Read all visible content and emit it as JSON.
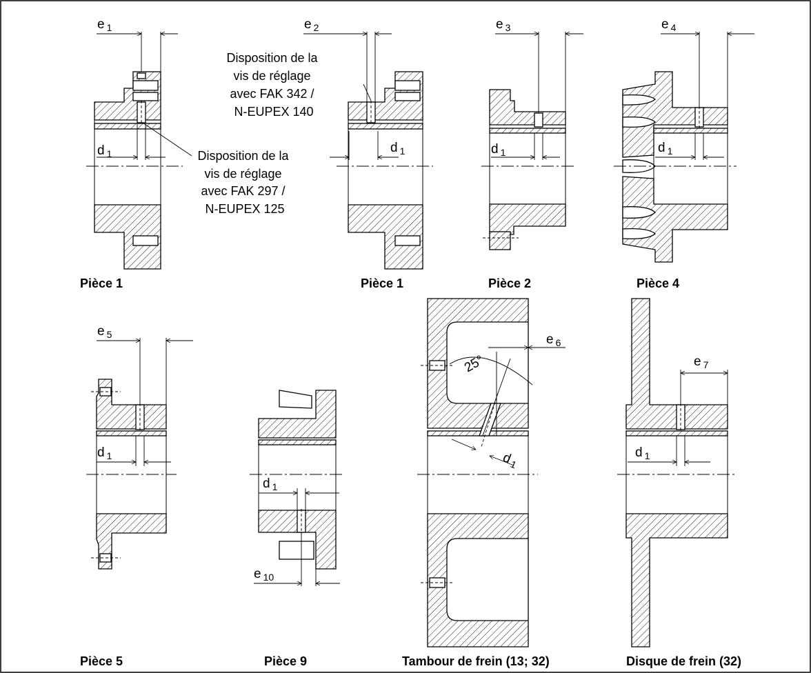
{
  "dimensions": {
    "e1": {
      "main": "e",
      "sub": "1"
    },
    "e2": {
      "main": "e",
      "sub": "2"
    },
    "e3": {
      "main": "e",
      "sub": "3"
    },
    "e4": {
      "main": "e",
      "sub": "4"
    },
    "e5": {
      "main": "e",
      "sub": "5"
    },
    "e6": {
      "main": "e",
      "sub": "6"
    },
    "e7": {
      "main": "e",
      "sub": "7"
    },
    "e10": {
      "main": "e",
      "sub": "10"
    },
    "d1": {
      "main": "d",
      "sub": "1"
    }
  },
  "angle_label": "25°",
  "notes": {
    "fak342": [
      "Disposition de la",
      "vis de réglage",
      "avec FAK 342 /",
      "N-EUPEX 140"
    ],
    "fak297": [
      "Disposition de la",
      "vis de réglage",
      "avec FAK 297 /",
      "N-EUPEX 125"
    ]
  },
  "captions": {
    "piece1_a": "Pièce 1",
    "piece1_b": "Pièce 1",
    "piece2": "Pièce 2",
    "piece4": "Pièce 4",
    "piece5": "Pièce 5",
    "piece9": "Pièce 9",
    "tambour": "Tambour de frein (13; 32)",
    "disque": "Disque de frein (32)"
  }
}
